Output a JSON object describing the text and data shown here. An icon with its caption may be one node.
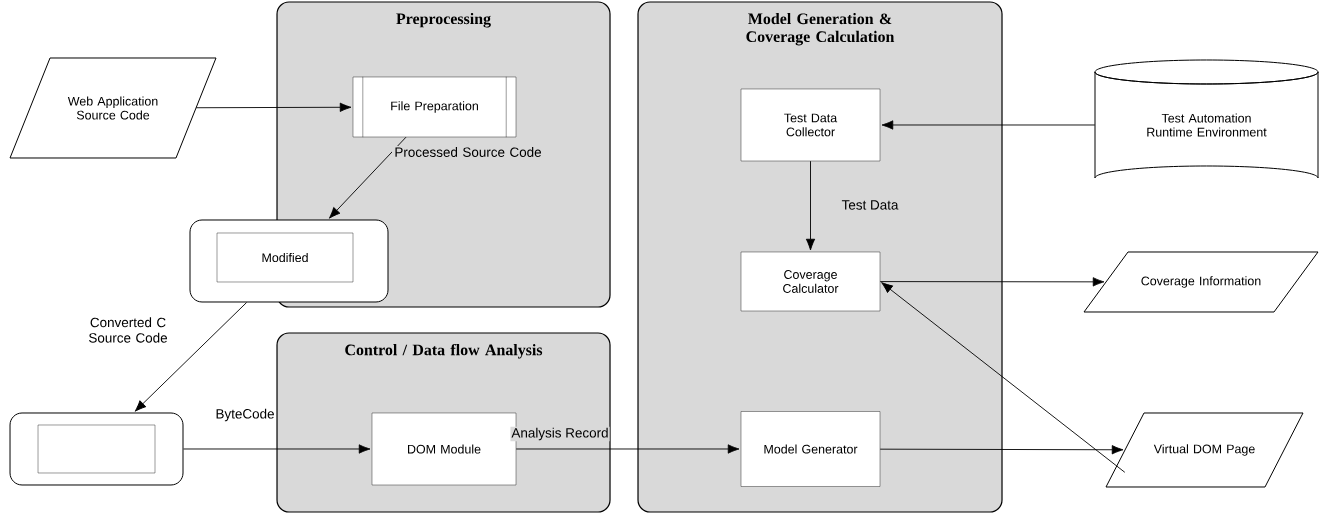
{
  "diagram": {
    "nodes": [
      {
        "text": [
          "Preprocessing"
        ]
      },
      {
        "text": [
          "File Preparation"
        ],
        "in": 0
      },
      {
        "text": [
          "Model Generation & Coverage Calculation"
        ]
      },
      {
        "text": [
          "Test  Data Collector"
        ],
        "in": 2
      },
      {
        "text": [
          "Coverage Calculator"
        ],
        "in": 2
      },
      {
        "text": [
          "Model Generator"
        ],
        "in": 2
      },
      {
        "text": [
          "Web Application Source Code"
        ]
      },
      {
        "text": [
          "Test Automation Runtime Environment"
        ]
      },
      {
        "text": [],
        "shape": "box"
      },
      {
        "text": [
          "Modified"
        ],
        "in": 8
      },
      {
        "text": [
          "Coverage Information"
        ]
      },
      {
        "text": [
          "Control / Data flow Analysis"
        ]
      },
      {
        "text": [
          "DOM Module"
        ],
        "in": 11
      },
      {
        "text": [],
        "shape": "box"
      },
      {
        "text": [],
        "shape": "box",
        "in": 13
      },
      {
        "text": [
          "Virtual DOM Page"
        ]
      }
    ],
    "edges": [
      {
        "from": 6,
        "to": 1,
        "arrow": "to"
      },
      {
        "from": 1,
        "to": 8,
        "arrow": "to",
        "label": "Processed Source Code"
      },
      {
        "from": 8,
        "to": 13,
        "arrow": "to",
        "label": "Converted C Source Code"
      },
      {
        "from": 13,
        "to": 12,
        "arrow": "to",
        "label": "ByteCode"
      },
      {
        "from": 12,
        "to": 5,
        "arrow": "to",
        "label": "Analysis Record"
      },
      {
        "from": 7,
        "to": 3,
        "arrow": "to"
      },
      {
        "from": 3,
        "to": 4,
        "arrow": "to",
        "label": "Test Data"
      },
      {
        "from": 4,
        "to": 10,
        "arrow": "to"
      },
      {
        "from": 5,
        "to": 15,
        "arrow": "to"
      },
      {
        "from": 15,
        "to": 4,
        "arrow": "to"
      }
    ]
  }
}
